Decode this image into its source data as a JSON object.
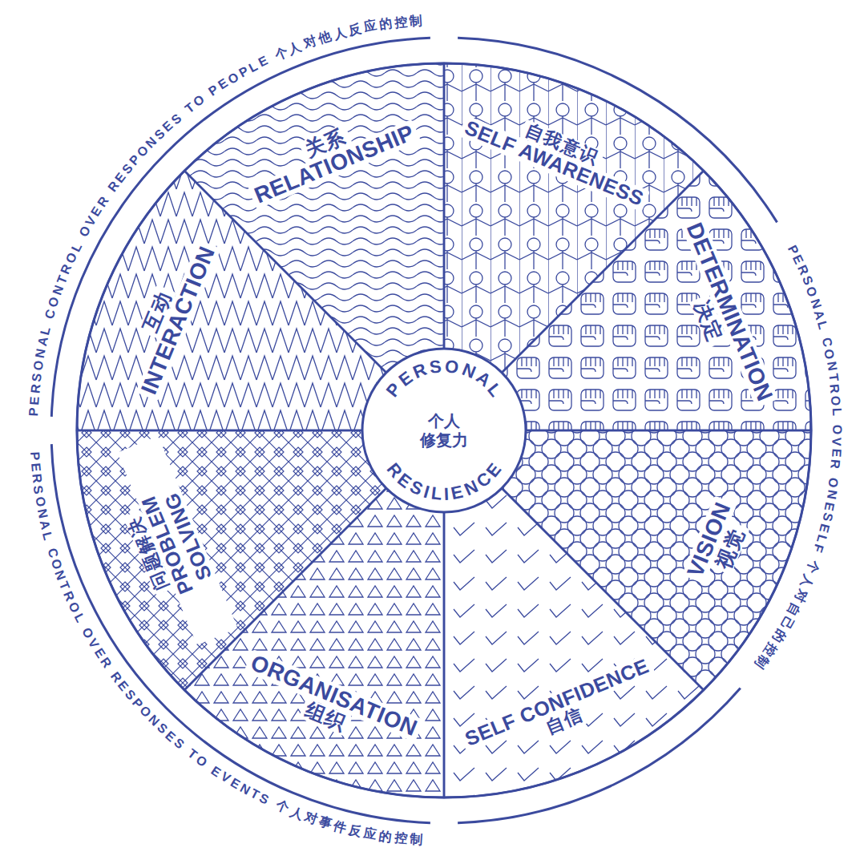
{
  "diagram": {
    "nodes": [
      {
        "text": [
          "PERSONAL",
          "个人 修复力",
          "RESILIENCE"
        ]
      },
      {
        "text": [
          "关系",
          "RELATIONSHIP"
        ]
      },
      {
        "text": [
          "自我意识",
          "SELF AWARENESS"
        ]
      },
      {
        "text": [
          "DETERMINATION",
          "决定"
        ]
      },
      {
        "text": [
          "VISION",
          "视觉"
        ]
      },
      {
        "text": [
          "SELF CONFIDENCE",
          "自信"
        ]
      },
      {
        "text": [
          "ORGANISATION",
          "组织"
        ]
      },
      {
        "text": [
          "问题解决",
          "PROBLEM SOLVING"
        ]
      },
      {
        "text": [
          "互动",
          "INTERACTION"
        ]
      }
    ],
    "labels": [
      "PERSONAL CONTROL OVER RESPONSES TO PEOPLE 个人对他人反应的控制",
      "PERSONAL CONTROL OVER ONESELF 个人对自己的控制",
      "PERSONAL CONTROL OVER RESPONSES TO EVENTS 个人对事件反应的控制"
    ]
  }
}
